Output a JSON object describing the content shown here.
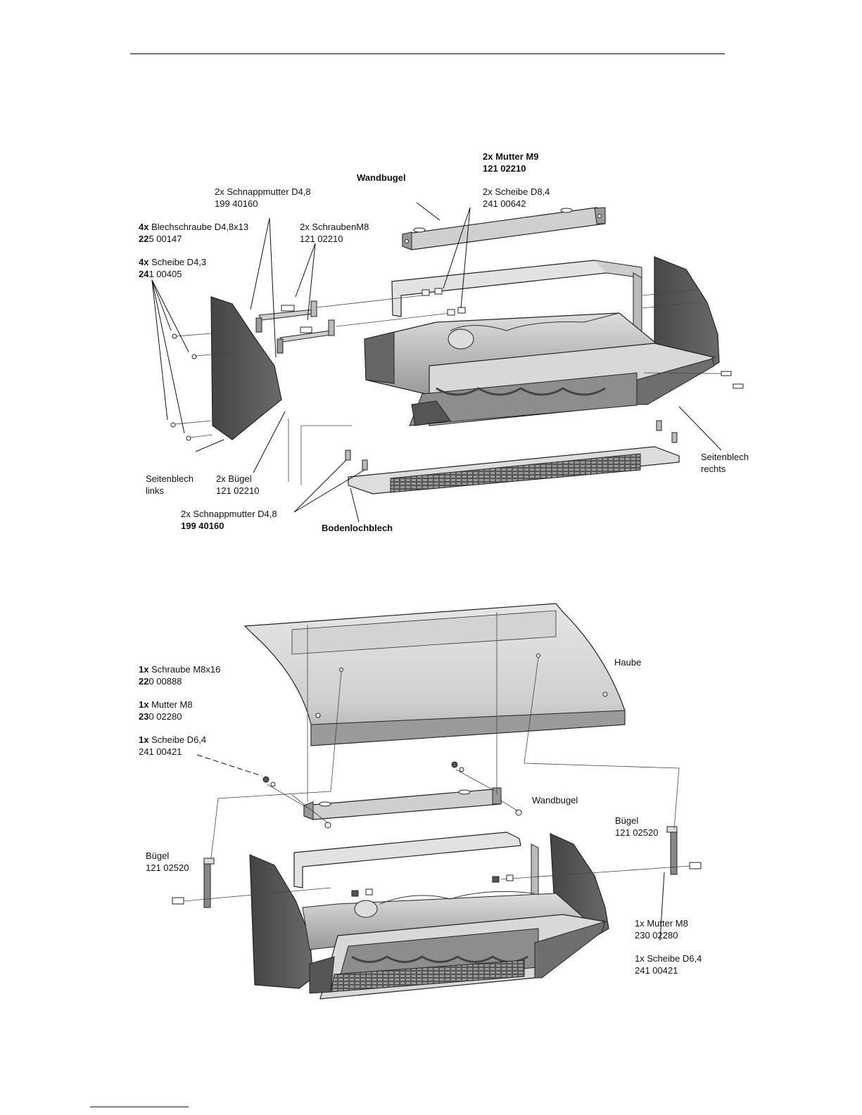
{
  "top": {
    "mutter_m9": {
      "qty": "2x",
      "name": "Mutter M9",
      "code": "121 02210"
    },
    "wandbugel": {
      "name": "Wandbugel"
    },
    "schnappmutter_top": {
      "qty": "2x",
      "name": "Schnappmutter  D4,8",
      "code": "199 40160"
    },
    "scheibe_d84": {
      "qty": "2x",
      "name": "Scheibe D8,4",
      "code": "241 00642"
    },
    "blechschraube": {
      "qty": "4x",
      "name": "Blechschraube D4,8x13",
      "code_bold": "22",
      "code_rest": "5 00147"
    },
    "schrauben_m8": {
      "qty": "2x",
      "name": "SchraubenM8",
      "code": "121 02210"
    },
    "scheibe_d43": {
      "qty": "4x",
      "name": "Scheibe D4,3",
      "code_bold": "24",
      "code_rest": "1 00405"
    },
    "seitenblech_links": {
      "line1": "Seitenblech",
      "line2": "links"
    },
    "buegel_2x": {
      "qty": "2x",
      "name": "Bügel",
      "code": "121 02210"
    },
    "schnappmutter_bottom": {
      "qty": "2x",
      "name": "Schnappmutter  D4,8",
      "code": "199 40160"
    },
    "bodenlochblech": {
      "name": "Bodenlochblech"
    },
    "seitenblech_rechts": {
      "line1": "Seitenblech",
      "line2": "rechts"
    }
  },
  "bottom": {
    "schraube_m8x16": {
      "qty": "1x",
      "name": "Schraube M8x16",
      "code_bold": "22",
      "code_rest": "0 00888"
    },
    "haube": {
      "name": "Haube"
    },
    "mutter_m8_left": {
      "qty": "1x",
      "name": "Mutter M8",
      "code_bold": "23",
      "code_rest": "0 02280"
    },
    "scheibe_d64_left": {
      "qty": "1x",
      "name": "Scheibe D6,4",
      "code": "241 00421"
    },
    "wandbugel": {
      "name": "Wandbugel"
    },
    "buegel_right": {
      "name": "Bügel",
      "code": "121 02520"
    },
    "buegel_left": {
      "name": "Bügel",
      "code": "121 02520"
    },
    "mutter_m8_right": {
      "text": "1x Mutter M8",
      "code": "230 02280"
    },
    "scheibe_d64_right": {
      "text": "1x Scheibe D6,4",
      "code": "241 00421"
    }
  }
}
